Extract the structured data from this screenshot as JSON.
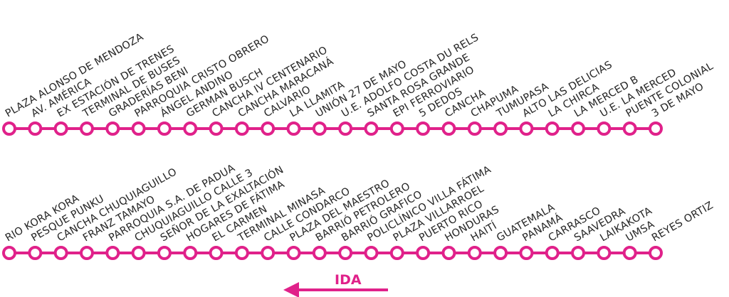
{
  "colors": {
    "line": "#E0218A",
    "station_fill": "#ffffff",
    "text": "#262626"
  },
  "top_route": {
    "stations": [
      "PLAZA ALONSO DE MENDOZA",
      "AV. AMÉRICA",
      "EX ESTACIÓN DE TRENES",
      "TERMINAL DE BUSES",
      "GRADERÍAS BENI",
      "PARROQUIA CRISTO OBRERO",
      "ÁNGEL ANDINO",
      "GERMAN BUSCH",
      "CANCHA IV CENTENARIO",
      "CANCHA MARACANÁ",
      "CALVARIO",
      "LA LLAMITA",
      "UNIÓN 27 DE MAYO",
      "U.E. ADOLFO COSTA DU RELS",
      "SANTA ROSA GRANDE",
      "EPI FERROVIARIO",
      "5 DEDOS",
      "CANCHA",
      "CHAPUMA",
      "TUMUPASA",
      "ALTO LAS DELICIAS",
      "LA CHIRCA",
      "LA MERCED B",
      "U.E. LA MERCED",
      "PUENTE COLONIAL",
      "3 DE MAYO"
    ]
  },
  "bottom_route": {
    "stations": [
      "RIO KORA KORA",
      "PESQUE PUNKU",
      "CANCHA CHUQUIAGUILLO",
      "FRANZ TAMAYO",
      "PARROQUIA S.A. DE PADUA",
      "CHUQUIAGUILLO CALLE 3",
      "SEÑOR DE LA EXALTACIÓN",
      "HOGARES DE FÁTIMA",
      "EL CARMEN",
      "TERMINAL MINASA",
      "CALLE CONDARCO",
      "PLAZA DEL MAESTRO",
      "BARRIÓ PETROLERO",
      "BARRIÓ GRAFICO",
      "POLICLÍNICO VILLA FÁTIMA",
      "PLAZA VILLARROEL",
      "PUERTO RICO",
      "HONDURAS",
      "HAITÍ",
      "GUATEMALA",
      "PANAMÁ",
      "CARRASCO",
      "SAAVEDRA",
      "LAIKAKOTA",
      "UMSA",
      "REYES ORTIZ"
    ]
  },
  "direction": {
    "label": "IDA",
    "arrow": "left-arrow"
  }
}
